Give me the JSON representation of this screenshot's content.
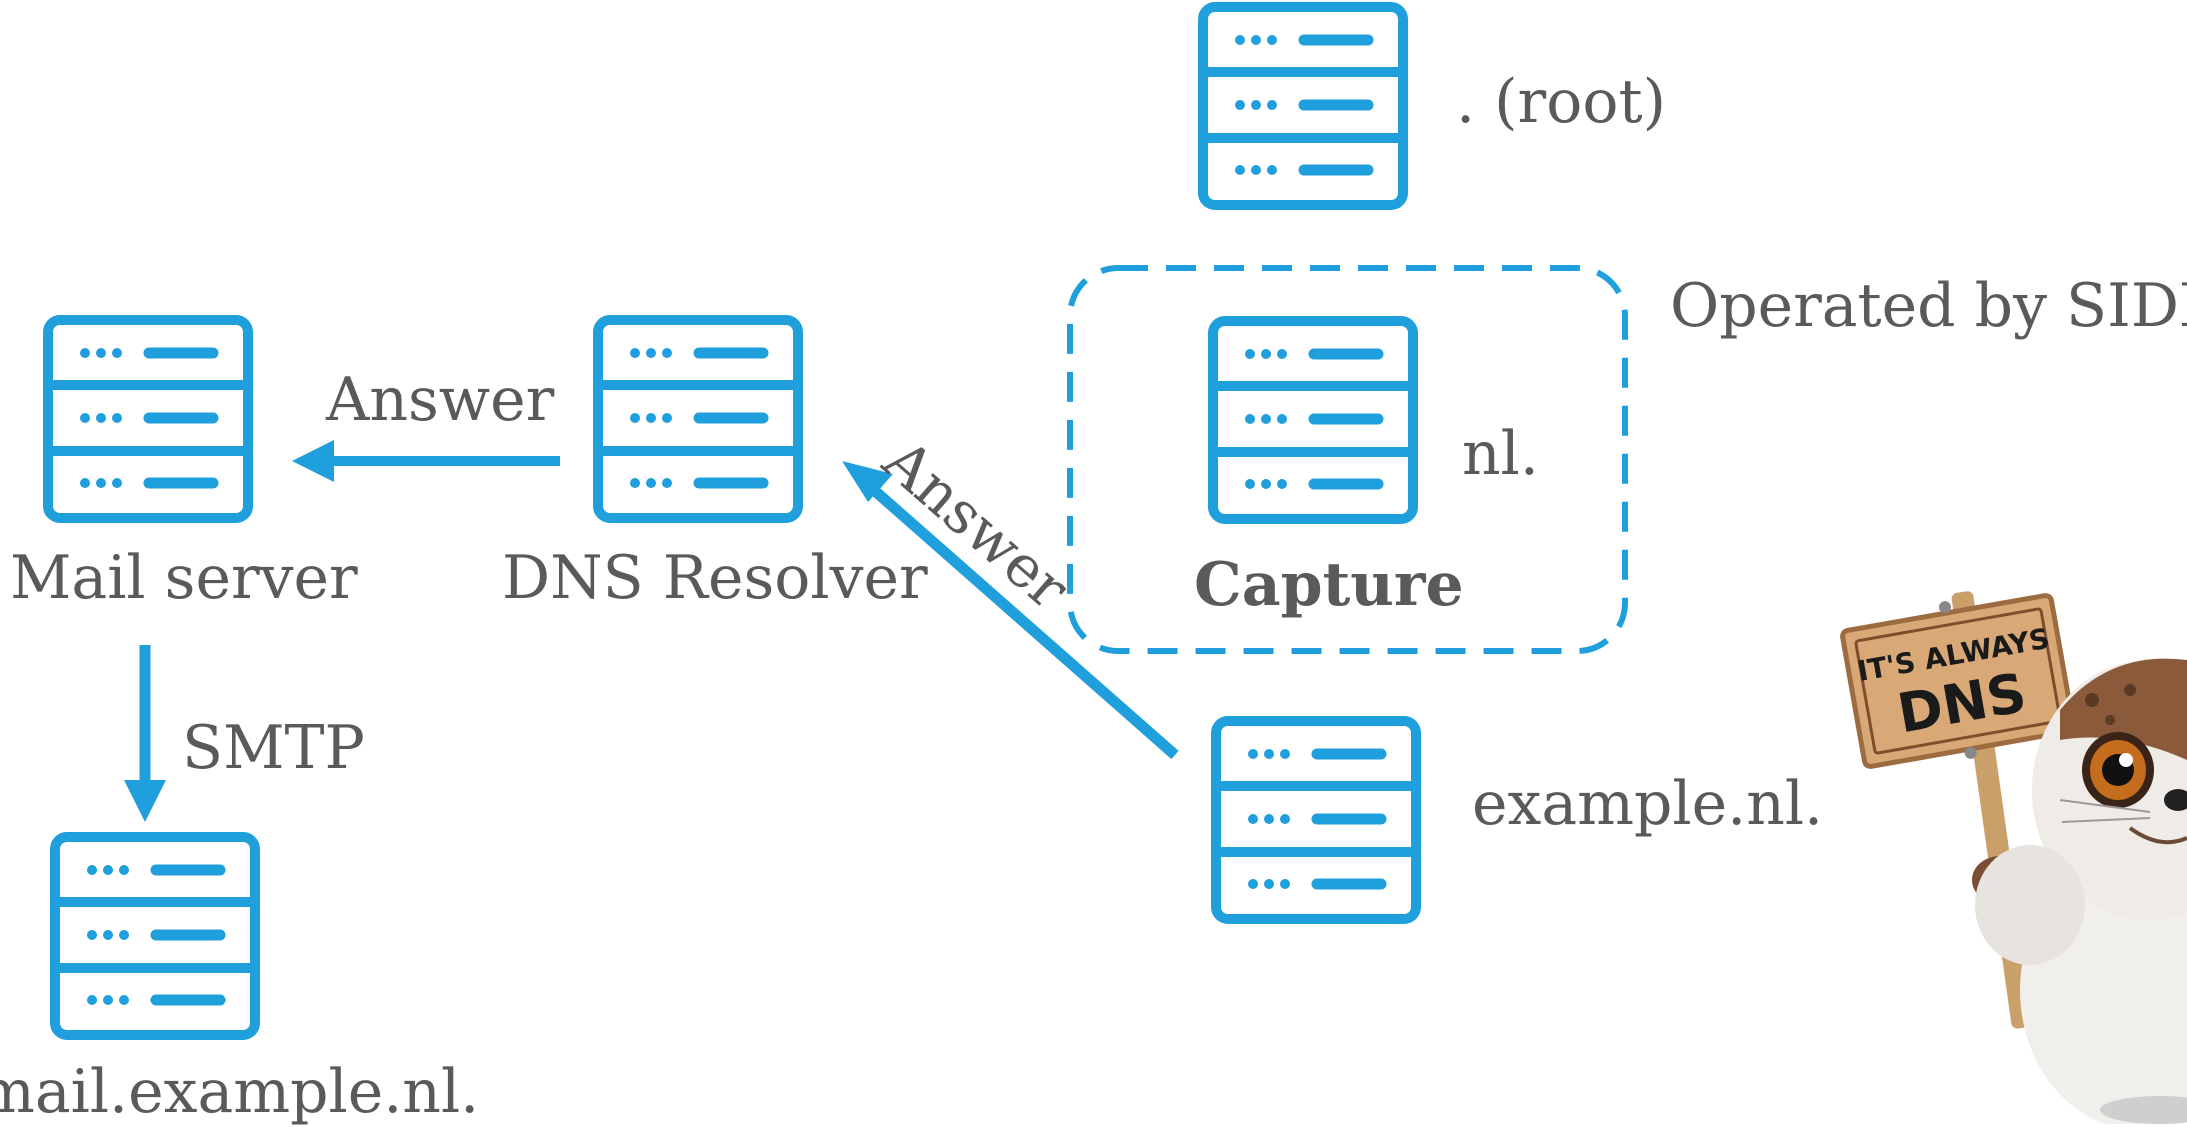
{
  "colors": {
    "accent": "#1f9fdb",
    "text": "#5a5a5a"
  },
  "servers": [
    {
      "id": "root",
      "label": ". (root)"
    },
    {
      "id": "nl",
      "label": "nl."
    },
    {
      "id": "example",
      "label": "example.nl."
    },
    {
      "id": "mail-server",
      "label": "Mail server"
    },
    {
      "id": "dns-resolver",
      "label": "DNS Resolver"
    },
    {
      "id": "mail-example",
      "label": "mail.example.nl."
    }
  ],
  "group": {
    "label": "Operated by SIDN",
    "inner_label": "Capture"
  },
  "edges": [
    {
      "from": "dns-resolver",
      "to": "mail-server",
      "label": "Answer"
    },
    {
      "from": "example",
      "to": "dns-resolver",
      "label": "Answer"
    },
    {
      "from": "mail-server",
      "to": "mail-example",
      "label": "SMTP"
    }
  ],
  "mascot": {
    "sign_line1": "IT'S ALWAYS",
    "sign_line2": "DNS"
  }
}
